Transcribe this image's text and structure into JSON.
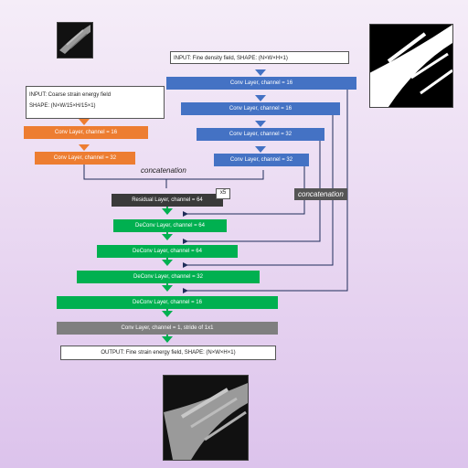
{
  "inputs": {
    "fine": "INPUT: Fine density field, SHAPE: (N×W×H×1)",
    "coarse_line1": "INPUT: Coarse strain energy field",
    "coarse_line2": "SHAPE: (N×W/15×H/15×1)"
  },
  "layers": {
    "b1": "Conv Layer, channel = 16",
    "b2": "Conv Layer, channel = 16",
    "b3": "Conv Layer, channel = 32",
    "b4": "Conv Layer, channel = 32",
    "o1": "Conv Layer, channel = 16",
    "o2": "Conv Layer, channel = 32",
    "res": "Residual Layer, channel = 64",
    "res_mult": "x5",
    "g1": "DeConv Layer, channel = 64",
    "g2": "DeConv Layer, channel = 64",
    "g3": "DeConv Layer, channel = 32",
    "g4": "DeConv Layer, channel = 16",
    "final": "Conv Layer, channel = 1, stride of 1x1"
  },
  "output": "OUTPUT: Fine strain energy field, SHAPE: (N×W×H×1)",
  "labels": {
    "concat1": "concatenation",
    "concat2": "concatenation"
  },
  "colors": {
    "blue": "#4472c4",
    "orange": "#ed7d31",
    "green": "#00b050",
    "gray": "#7f7f7f",
    "dark": "#3a3a3a"
  }
}
